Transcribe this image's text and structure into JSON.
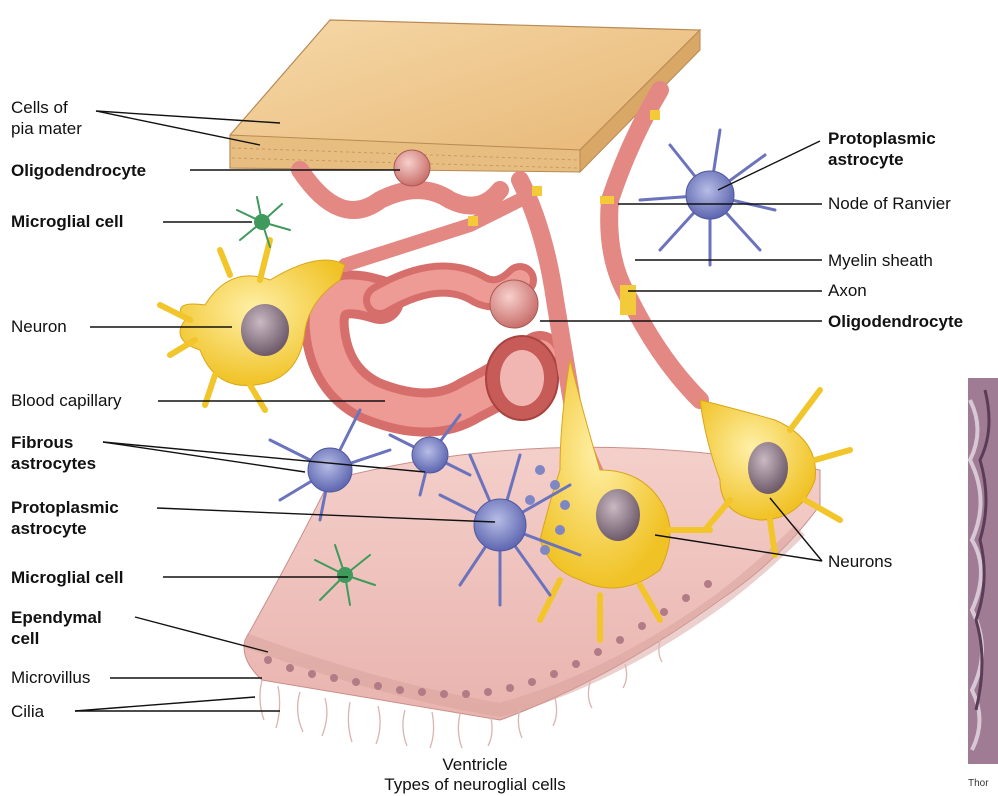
{
  "labels": {
    "cells_of_pia_mater_1": "Cells of",
    "cells_of_pia_mater_2": "pia mater",
    "oligodendrocyte_left": "Oligodendrocyte",
    "microglial_cell_top": "Microglial cell",
    "neuron": "Neuron",
    "blood_capillary": "Blood capillary",
    "fibrous_astrocytes_1": "Fibrous",
    "fibrous_astrocytes_2": "astrocytes",
    "protoplasmic_astrocyte_left_1": "Protoplasmic",
    "protoplasmic_astrocyte_left_2": "astrocyte",
    "microglial_cell_bottom": "Microglial cell",
    "ependymal_cell_1": "Ependymal",
    "ependymal_cell_2": "cell",
    "microvillus": "Microvillus",
    "cilia": "Cilia",
    "protoplasmic_astrocyte_right_1": "Protoplasmic",
    "protoplasmic_astrocyte_right_2": "astrocyte",
    "node_of_ranvier": "Node of Ranvier",
    "myelin_sheath": "Myelin sheath",
    "axon": "Axon",
    "oligodendrocyte_right": "Oligodendrocyte",
    "neurons": "Neurons"
  },
  "caption": {
    "line1": "Ventricle",
    "line2": "Types of neuroglial cells"
  },
  "credit": "Thor",
  "colors": {
    "pia_mater": "#efc98f",
    "vessel": "#e58a86",
    "neuron": "#f4cf3a",
    "astrocyte": "#7f86c4",
    "microglia": "#3f9a5c",
    "ependyma": "#efc4c0"
  }
}
